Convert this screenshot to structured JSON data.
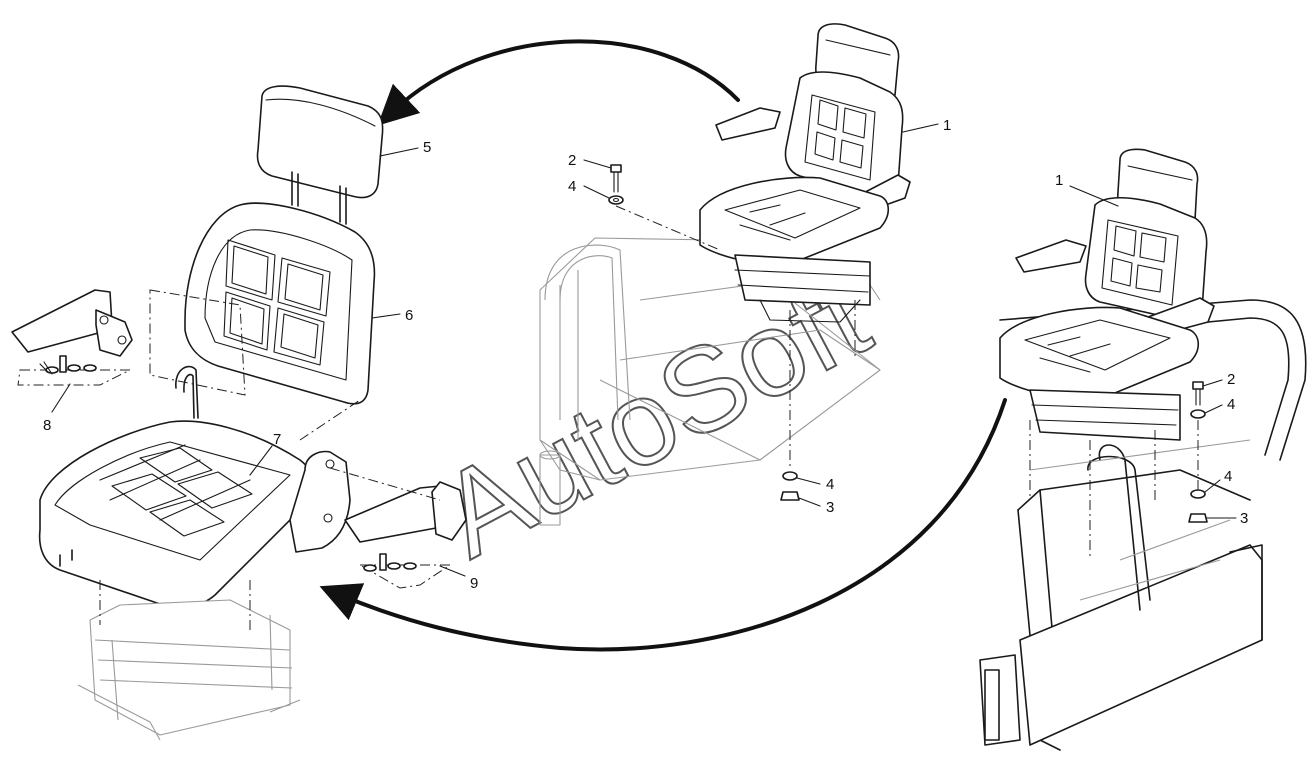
{
  "watermark": {
    "text": "AutoSoft"
  },
  "callouts": {
    "center": {
      "n1": "1",
      "n2": "2",
      "n3": "3",
      "n4a": "4",
      "n4b": "4"
    },
    "right": {
      "n1": "1",
      "n2": "2",
      "n3": "3",
      "n4a": "4",
      "n4b": "4"
    },
    "left": {
      "n5": "5",
      "n6": "6",
      "n7": "7",
      "n8": "8",
      "n9": "9"
    }
  }
}
